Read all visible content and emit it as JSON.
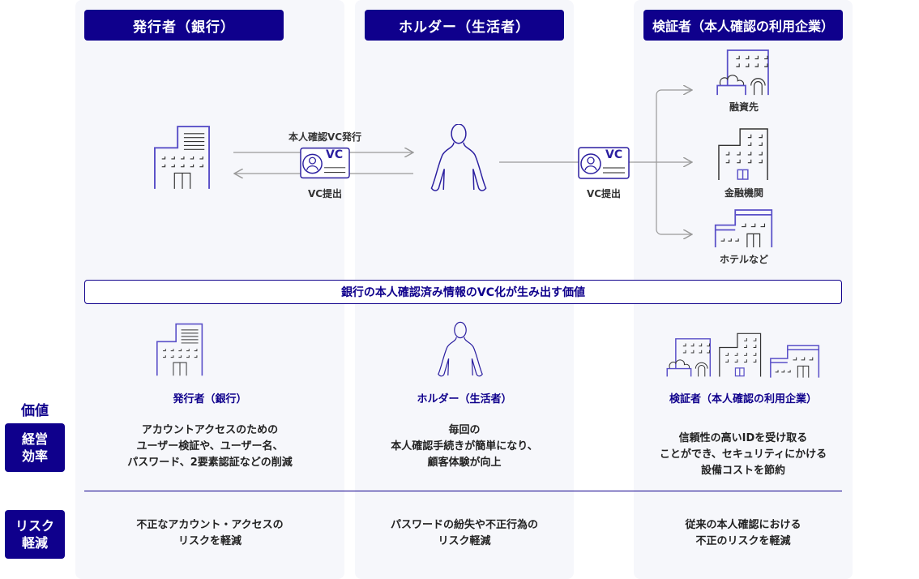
{
  "columns": [
    {
      "header": "発行者（銀行）",
      "subtitle": "発行者（銀行）",
      "efficiency": [
        "アカウントアクセスのための",
        "ユーザー検証や、ユーザー名、",
        "パスワード、2要素認証などの削減"
      ],
      "risk": [
        "不正なアカウント・アクセスの",
        "リスクを軽減"
      ]
    },
    {
      "header": "ホルダー（生活者）",
      "subtitle": "ホルダー（生活者）",
      "efficiency": [
        "毎回の",
        "本人確認手続きが簡単になり、",
        "顧客体験が向上"
      ],
      "risk": [
        "パスワードの紛失や不正行為の",
        "リスク軽減"
      ]
    },
    {
      "header": "検証者（本人確認の利用企業）",
      "subtitle": "検証者（本人確認の利用企業）",
      "efficiency": [
        "信頼性の高いIDを受け取る",
        "ことができ、セキュリティにかける",
        "設備コストを節約"
      ],
      "risk": [
        "従来の本人確認における",
        "不正のリスクを軽減"
      ]
    }
  ],
  "flow": {
    "issue_label": "本人確認VC発行",
    "submit_label": "VC提出",
    "submit_label2": "VC提出",
    "card_text": "VC"
  },
  "verifiers": [
    "融資先",
    "金融機関",
    "ホテルなど"
  ],
  "banner": "銀行の本人確認済み情報のVC化が生み出す価値",
  "side": {
    "title": "価値",
    "efficiency": [
      "経営",
      "効率"
    ],
    "risk": [
      "リスク",
      "軽減"
    ]
  },
  "colors": {
    "navy": "#0f008c",
    "icon": "#5a50c8",
    "panel": "#f6f7fb"
  }
}
